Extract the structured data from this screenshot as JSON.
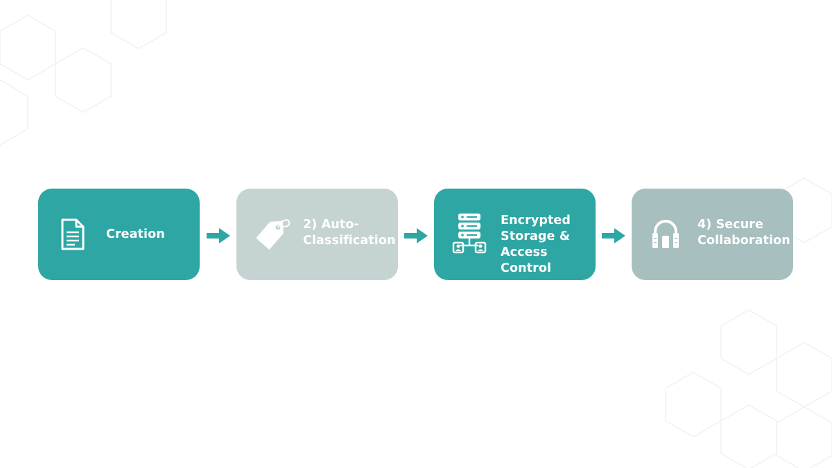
{
  "colors": {
    "active_fill": "#2ea7a4",
    "muted_fill": "#c6d3d3",
    "muted_fill_dark": "#a7bfbf",
    "arrow": "#2ea7a4",
    "text": "#ffffff"
  },
  "steps": [
    {
      "label": "Creation",
      "icon": "document-icon",
      "state": "active"
    },
    {
      "label": "2) Auto-\nClassification",
      "icon": "tag-icon",
      "state": "muted"
    },
    {
      "label": "Encrypted\nStorage &\nAccess Control",
      "icon": "server-network-icon",
      "state": "active"
    },
    {
      "label": "4) Secure\nCollaboration",
      "icon": "secure-gate-icon",
      "state": "muted-dark"
    }
  ],
  "connectors": [
    "arrow-right-icon",
    "arrow-right-icon",
    "arrow-right-icon"
  ]
}
